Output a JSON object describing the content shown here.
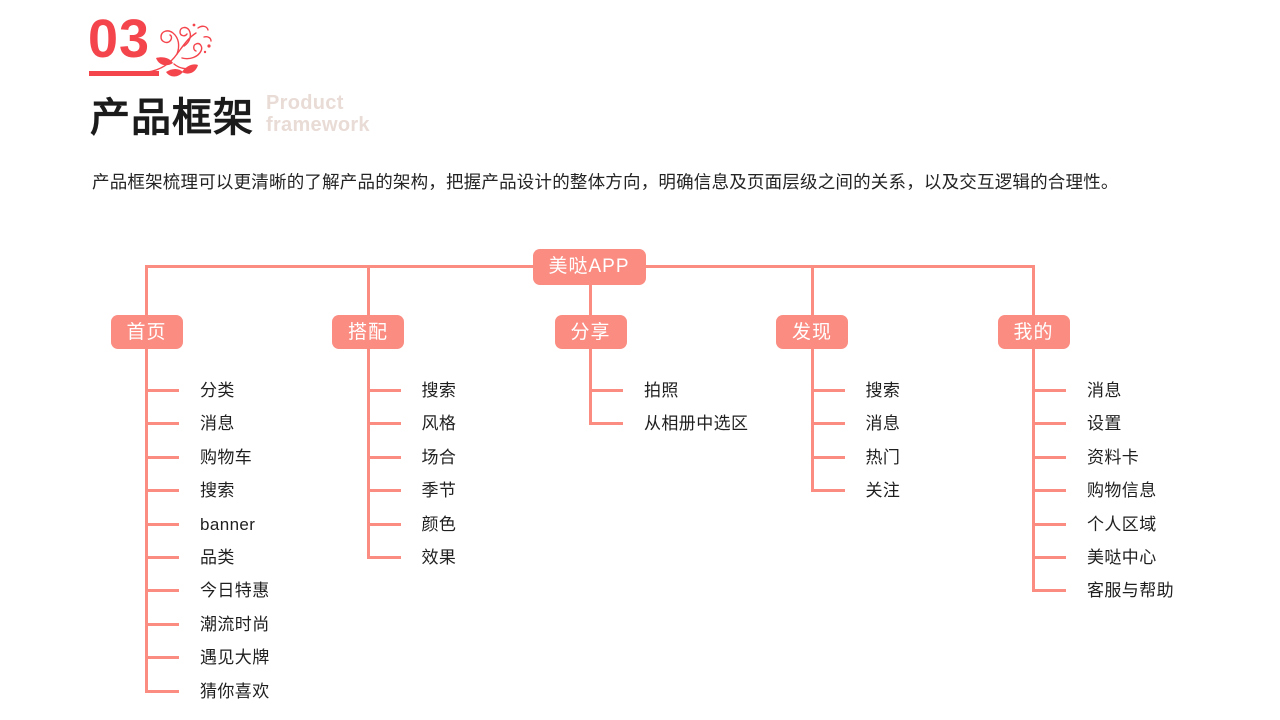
{
  "header": {
    "number": "03",
    "title_cn": "产品框架",
    "title_en_line1": "Product",
    "title_en_line2": "framework",
    "description": "产品框架梳理可以更清晰的了解产品的架构，把握产品设计的整体方向，明确信息及页面层级之间的关系，以及交互逻辑的合理性。"
  },
  "colors": {
    "accent_red": "#f4444c",
    "node_salmon": "#fa8c82",
    "title_en": "#e9dbd5",
    "text": "#1f1f1f",
    "background": "#ffffff"
  },
  "chart_data": {
    "type": "tree-diagram",
    "title": "产品框架",
    "root": "美哒APP",
    "branches": [
      {
        "label": "首页",
        "children": [
          "分类",
          "消息",
          "购物车",
          "搜索",
          "banner",
          "品类",
          "今日特惠",
          "潮流时尚",
          "遇见大牌",
          "猜你喜欢"
        ]
      },
      {
        "label": "搭配",
        "children": [
          "搜索",
          "风格",
          "场合",
          "季节",
          "颜色",
          "效果"
        ]
      },
      {
        "label": "分享",
        "children": [
          "拍照",
          "从相册中选区"
        ]
      },
      {
        "label": "发现",
        "children": [
          "搜索",
          "消息",
          "热门",
          "关注"
        ]
      },
      {
        "label": "我的",
        "children": [
          "消息",
          "设置",
          "资料卡",
          "购物信息",
          "个人区域",
          "美哒中心",
          "客服与帮助"
        ]
      }
    ]
  }
}
